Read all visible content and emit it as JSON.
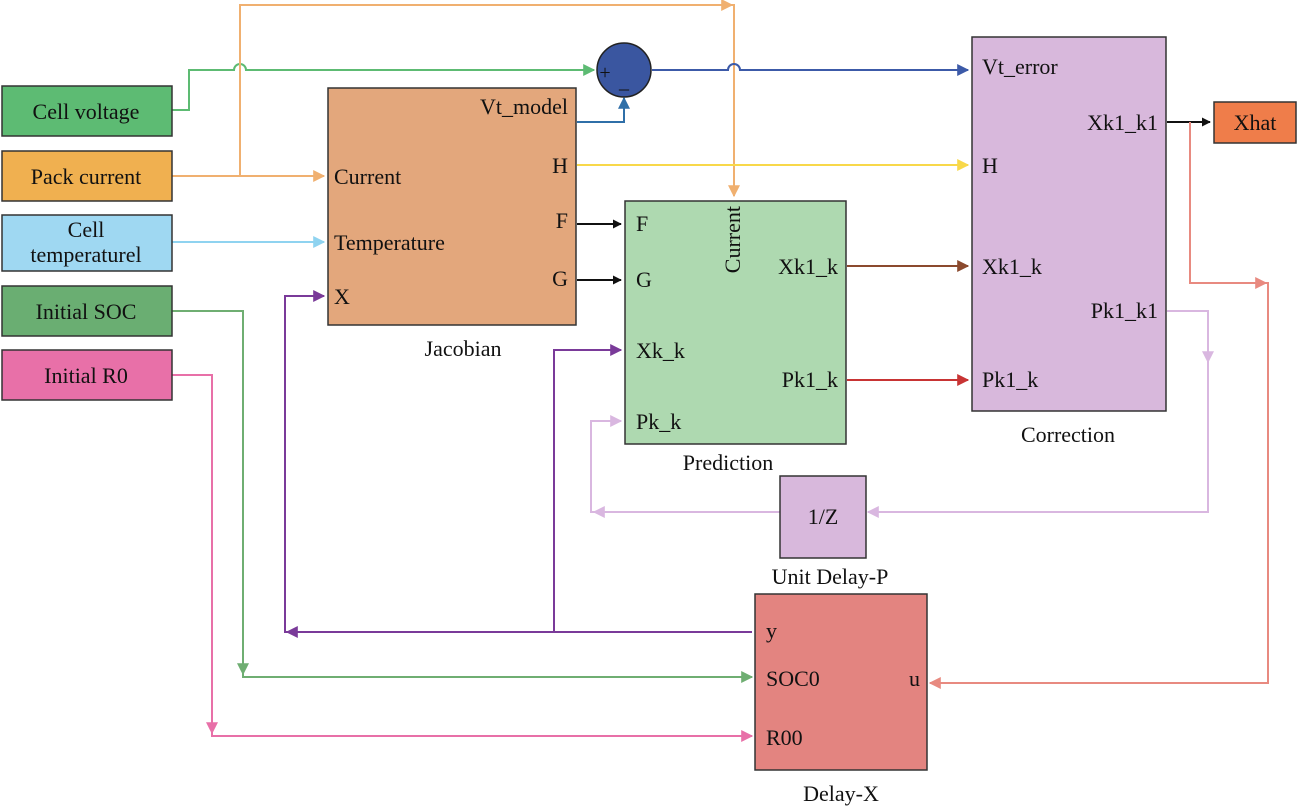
{
  "inputs": {
    "cell_voltage": "Cell voltage",
    "pack_current": "Pack current",
    "cell_temp_line1": "Cell",
    "cell_temp_line2": "temperaturel",
    "initial_soc": "Initial SOC",
    "initial_r0": "Initial R0"
  },
  "sum": {
    "plus": "+",
    "minus": "_"
  },
  "jacobian": {
    "title": "Jacobian",
    "in_current": "Current",
    "in_temperature": "Temperature",
    "in_x": "X",
    "out_vt_model": "Vt_model",
    "out_h": "H",
    "out_f": "F",
    "out_g": "G"
  },
  "prediction": {
    "title": "Prediction",
    "in_f": "F",
    "in_g": "G",
    "in_xk_k": "Xk_k",
    "in_pk_k": "Pk_k",
    "in_current": "Current",
    "out_xk1_k": "Xk1_k",
    "out_pk1_k": "Pk1_k"
  },
  "correction": {
    "title": "Correction",
    "in_vt_error": "Vt_error",
    "in_h": "H",
    "in_xk1_k": "Xk1_k",
    "in_pk1_k": "Pk1_k",
    "out_xk1_k1": "Xk1_k1",
    "out_pk1_k1": "Pk1_k1"
  },
  "output": {
    "xhat": "Xhat"
  },
  "unit_delay": {
    "label": "1/Z",
    "title": "Unit Delay-P"
  },
  "delay_x": {
    "title": "Delay-X",
    "out_y": "y",
    "in_soc0": "SOC0",
    "in_r00": "R00",
    "in_u": "u"
  },
  "colors": {
    "voltage": "#5dbb73",
    "current": "#f0b070",
    "temperature": "#8fd3f0",
    "soc": "#6fae72",
    "r0": "#e870a8",
    "jacobian_fill": "#e3a77c",
    "prediction_fill": "#aed9b0",
    "correction_fill": "#d8b8dc",
    "delayx_fill": "#e38480",
    "xhat_fill": "#ef7d4a",
    "sum_fill": "#3a56a0",
    "feedback_purple": "#7a3a99",
    "pk_lilac": "#d9b7e0",
    "x_feedback": "#e88a80",
    "h_yellow": "#f8d84a",
    "xk1_brown": "#8b4a2e",
    "pk1_red": "#c83434",
    "vt_blue": "#2f6fa8",
    "error_blue": "#3c5aa8"
  }
}
